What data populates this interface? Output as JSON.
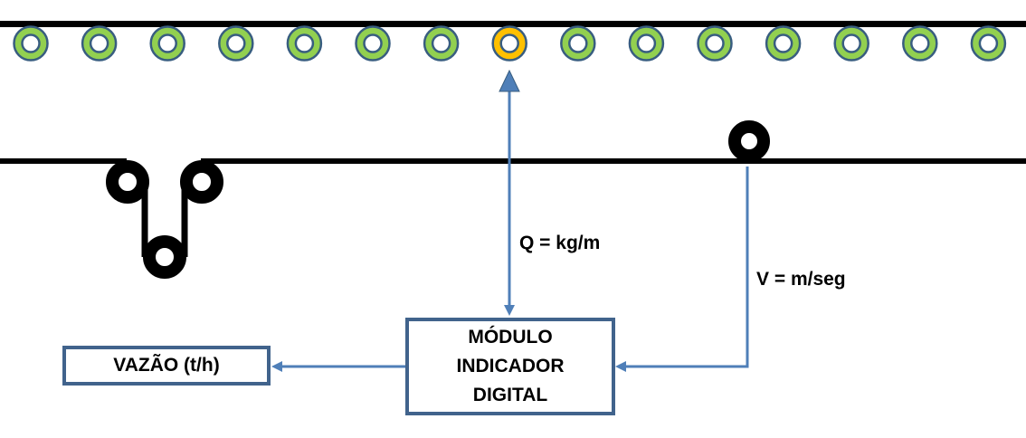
{
  "colors": {
    "roller_fill": "#92d050",
    "roller_highlight": "#ffc000",
    "roller_stroke": "#385d80",
    "belt": "#000000",
    "connector": "#4f7fb8"
  },
  "conveyor": {
    "roller_count": 15,
    "highlighted_roller_index": 7
  },
  "labels": {
    "q_label": "Q = kg/m",
    "v_label": "V = m/seg"
  },
  "module": {
    "lines": [
      "MÓDULO",
      "INDICADOR",
      "DIGITAL"
    ]
  },
  "output": {
    "label": "VAZÃO (t/h)"
  }
}
